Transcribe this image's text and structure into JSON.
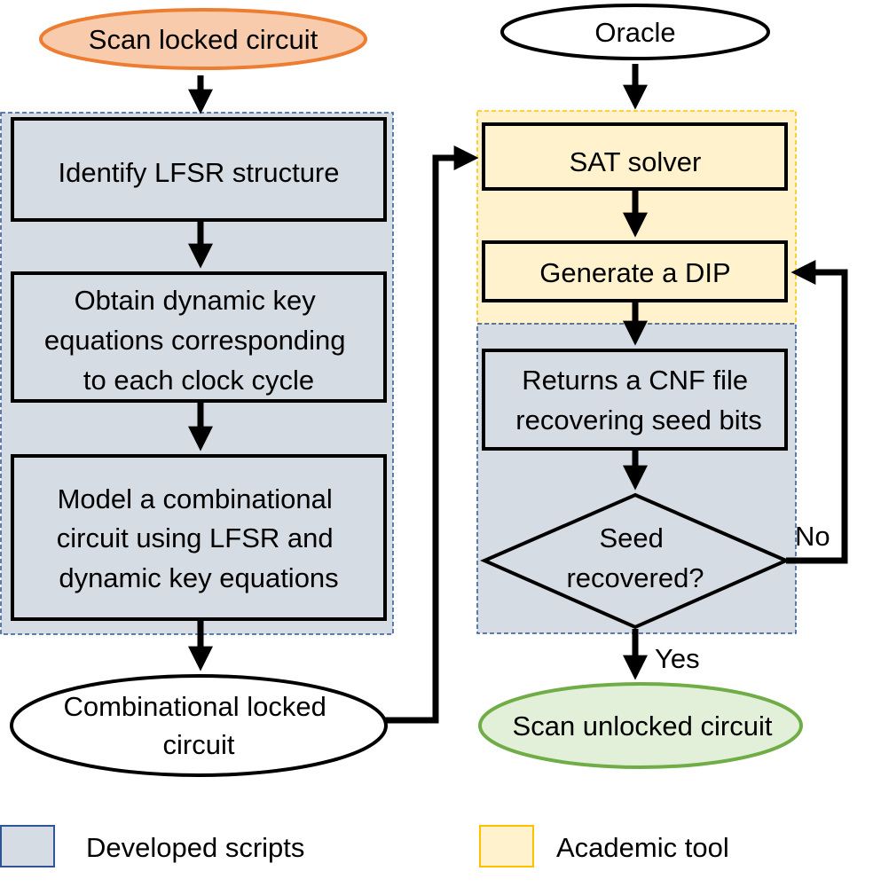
{
  "colors": {
    "scripts_fill": "#d6dce4",
    "scripts_border": "#2f5597",
    "tool_fill": "#fff2cc",
    "tool_border": "#ffc000",
    "start_fill": "#f8cbad",
    "start_border": "#ed7d31",
    "end_fill": "#e2f0d9",
    "end_border": "#70ad47",
    "stroke": "#000000"
  },
  "left_flow": {
    "start": "Scan locked circuit",
    "step1": "Identify LFSR structure",
    "step2": [
      "Obtain dynamic key",
      "equations corresponding",
      "to each clock cycle"
    ],
    "step3": [
      "Model a combinational",
      "circuit using LFSR and",
      "dynamic key equations"
    ],
    "output": [
      "Combinational locked",
      "circuit"
    ]
  },
  "right_flow": {
    "oracle": "Oracle",
    "sat": "SAT solver",
    "dip": "Generate a DIP",
    "cnf": [
      "Returns a CNF file",
      "recovering seed bits"
    ],
    "decision": [
      "Seed",
      "recovered?"
    ],
    "no_label": "No",
    "yes_label": "Yes",
    "end": "Scan unlocked circuit"
  },
  "legend": {
    "scripts": "Developed scripts",
    "tool": "Academic tool"
  }
}
